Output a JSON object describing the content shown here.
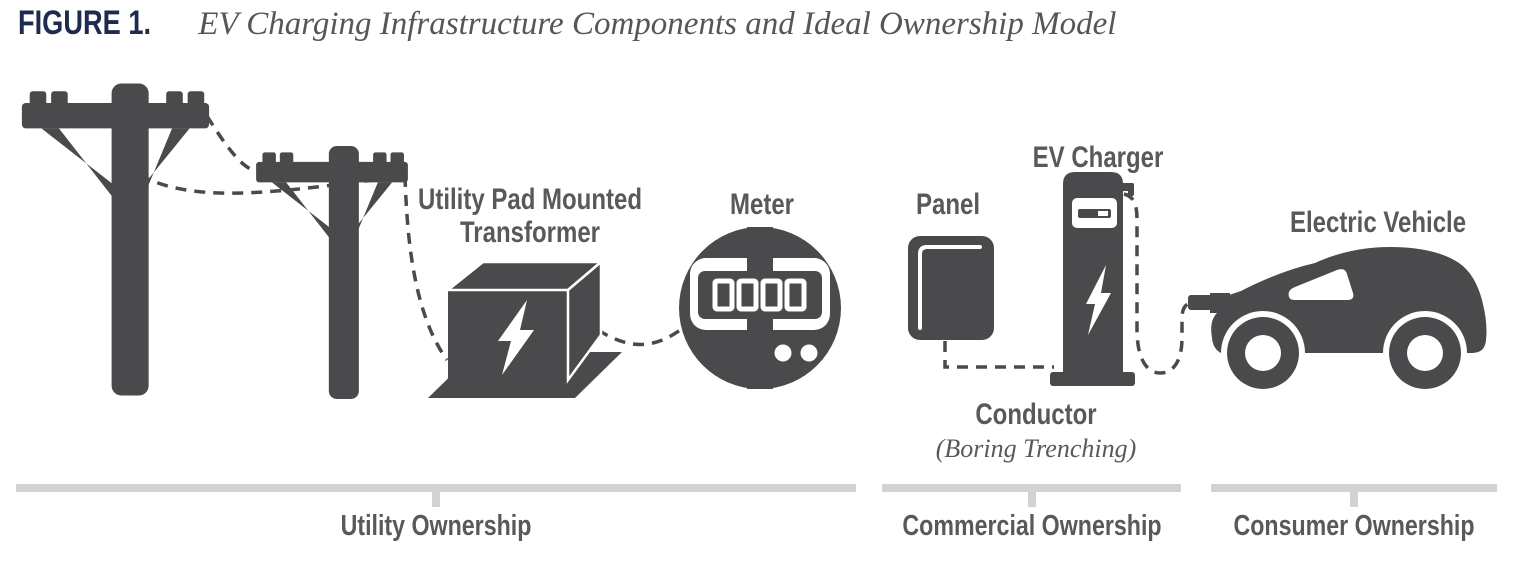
{
  "figure": {
    "label": "FIGURE 1.",
    "title": "EV Charging Infrastructure Components and Ideal Ownership Model"
  },
  "components": {
    "transformer": {
      "label_line1": "Utility Pad Mounted",
      "label_line2": "Transformer"
    },
    "meter": {
      "label": "Meter",
      "display": "0000"
    },
    "panel": {
      "label": "Panel"
    },
    "ev_charger": {
      "label": "EV Charger"
    },
    "conductor": {
      "label": "Conductor",
      "sublabel": "(Boring Trenching)"
    },
    "electric_vehicle": {
      "label": "Electric Vehicle"
    }
  },
  "ownership_sections": [
    {
      "label": "Utility Ownership"
    },
    {
      "label": "Commercial Ownership"
    },
    {
      "label": "Consumer Ownership"
    }
  ],
  "colors": {
    "icon_dark": "#4a4a4c",
    "label_gray": "#58595b",
    "figure_navy": "#1e2a4e",
    "bar_gray": "#d2d2d4",
    "title_gray": "#55565a"
  }
}
